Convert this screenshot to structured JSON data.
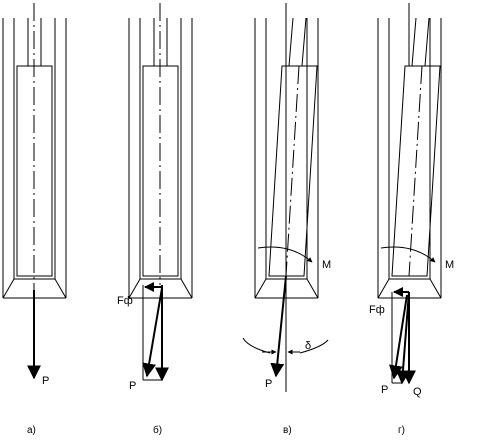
{
  "panels": [
    {
      "id": "a",
      "caption": "а)",
      "labels": {
        "force": "P"
      }
    },
    {
      "id": "b",
      "caption": "б)",
      "labels": {
        "force": "P",
        "friction": "Fф"
      }
    },
    {
      "id": "v",
      "caption": "в)",
      "labels": {
        "force": "P",
        "moment": "M",
        "angle": "δ"
      }
    },
    {
      "id": "g",
      "caption": "г)",
      "labels": {
        "force": "P",
        "moment": "M",
        "friction": "Fф",
        "component": "Q"
      }
    }
  ]
}
